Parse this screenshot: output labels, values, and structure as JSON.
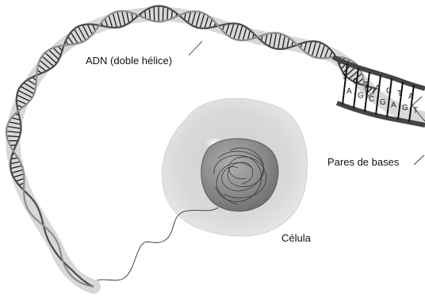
{
  "labels": {
    "dna": "ADN (doble hélice)",
    "base_pairs": "Pares de bases",
    "cell": "Célula"
  },
  "base_letters": [
    "T",
    "A",
    "C",
    "G",
    "T",
    "C",
    "A",
    "G",
    "C",
    "A",
    "T",
    "G",
    "A",
    "T"
  ]
}
